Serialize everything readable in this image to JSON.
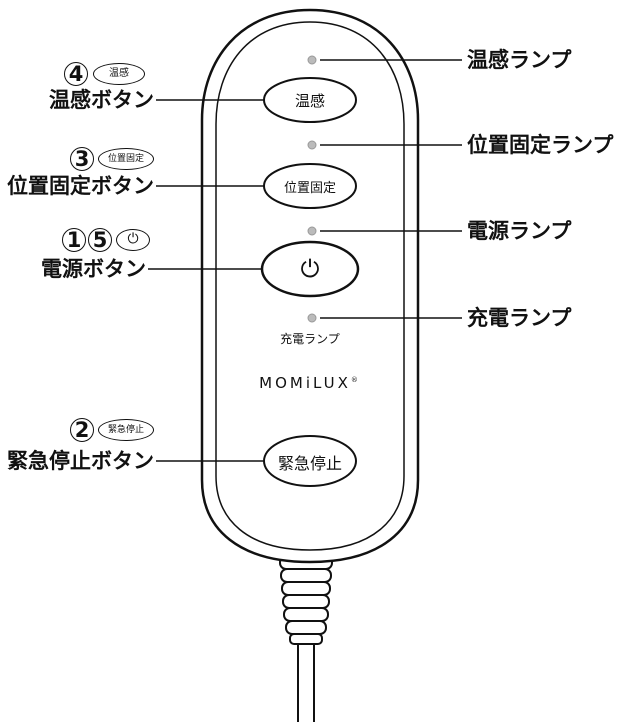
{
  "device": {
    "brand": "MOMiLUX",
    "brand_mark": "®",
    "buttons": {
      "warm": "温感",
      "position_lock": "位置固定",
      "power_symbol": "⏻",
      "emergency_stop": "緊急停止"
    },
    "charge_lamp_text": "充電ランプ"
  },
  "left_labels": {
    "warm_button": "温感ボタン",
    "position_lock_button": "位置固定ボタン",
    "power_button": "電源ボタン",
    "emergency_stop_button": "緊急停止ボタン"
  },
  "right_labels": {
    "warm_lamp": "温感ランプ",
    "position_lock_lamp": "位置固定ランプ",
    "power_lamp": "電源ランプ",
    "charge_lamp": "充電ランプ"
  },
  "step_markers": {
    "warm": "4",
    "position_lock": "3",
    "power_a": "1",
    "power_b": "5",
    "emergency_stop": "2"
  },
  "step_icons": {
    "warm": "温感",
    "position_lock": "位置固定",
    "power": "⏻",
    "emergency_stop": "緊急停止"
  }
}
